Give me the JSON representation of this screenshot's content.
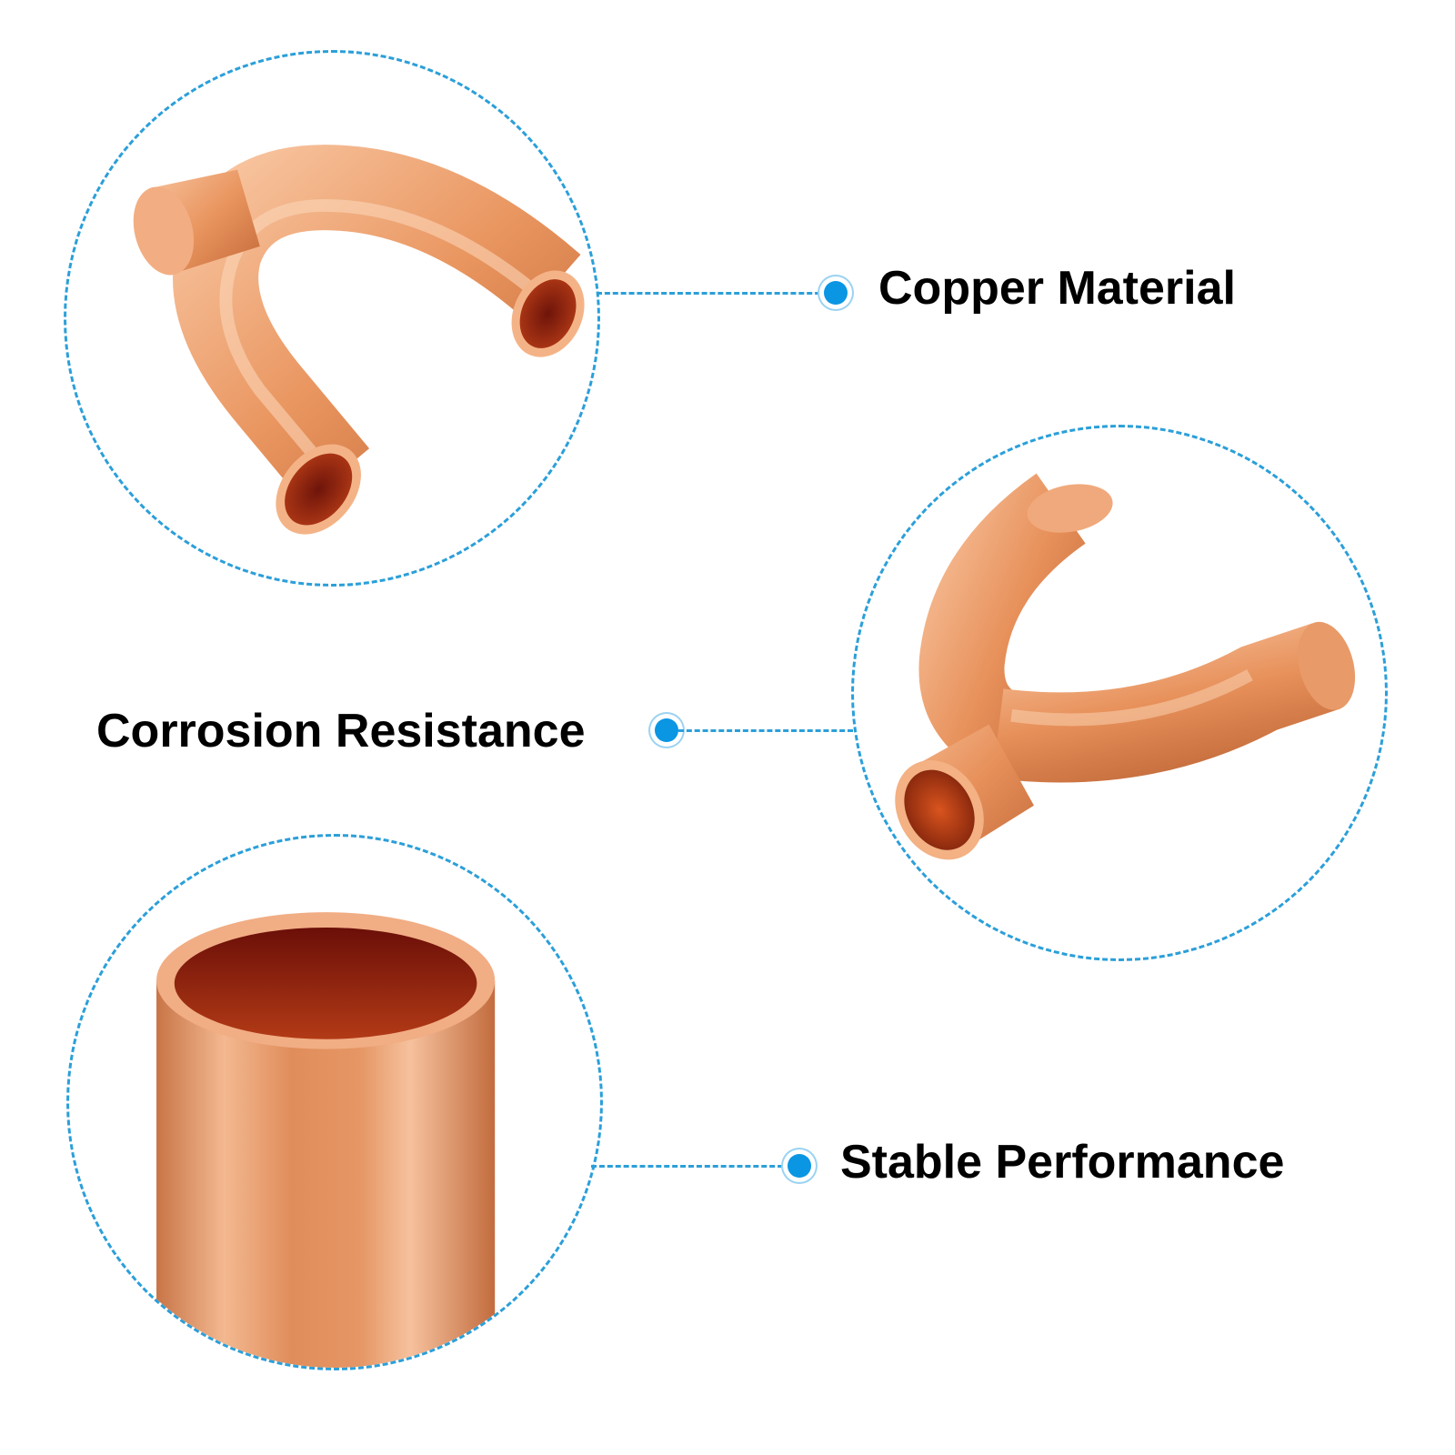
{
  "features": [
    {
      "label": "Copper Material"
    },
    {
      "label": "Corrosion Resistance"
    },
    {
      "label": "Stable Performance"
    }
  ],
  "colors": {
    "accent": "#0a96e3",
    "dash": "#2b9fd9",
    "copper_light": "#f6b98e",
    "copper_mid": "#e48a55",
    "copper_dark": "#b8582b",
    "copper_inner": "#8a1f0e"
  }
}
